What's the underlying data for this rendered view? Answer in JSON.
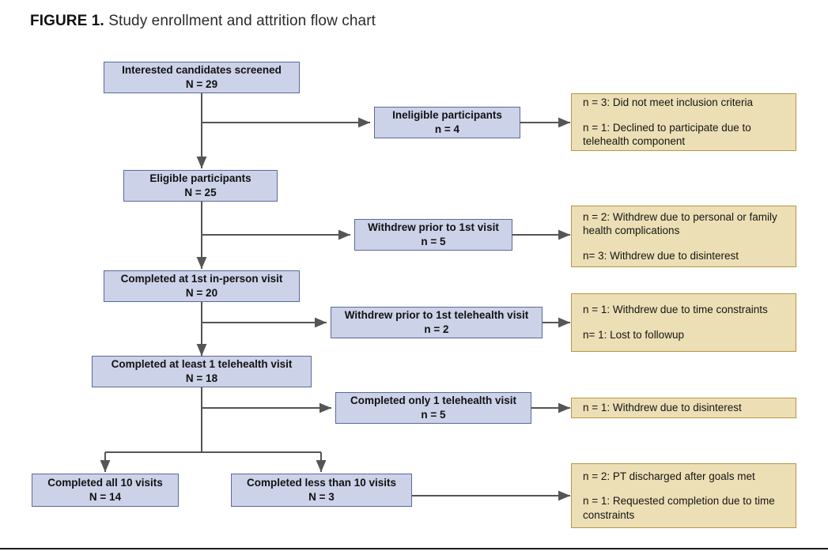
{
  "figure": {
    "label": "FIGURE 1.",
    "caption": "Study enrollment and attrition flow chart"
  },
  "colors": {
    "primary_box_fill": "#ccd2e8",
    "primary_box_border": "#5a6a9b",
    "reason_box_fill": "#eddfb5",
    "reason_box_border": "#b79544",
    "connector": "#555555",
    "text": "#121212"
  },
  "flow": {
    "main_nodes": [
      {
        "id": "screened",
        "title": "Interested candidates screened",
        "count": "N = 29"
      },
      {
        "id": "eligible",
        "title": "Eligible participants",
        "count": "N = 25"
      },
      {
        "id": "first_inperson",
        "title": "Completed at 1st in-person visit",
        "count": "N = 20"
      },
      {
        "id": "at_least_one_telehealth",
        "title": "Completed at least 1 telehealth visit",
        "count": "N = 18"
      },
      {
        "id": "all_ten",
        "title": "Completed all 10 visits",
        "count": "N = 14"
      },
      {
        "id": "less_than_ten",
        "title": "Completed less than 10 visits",
        "count": "N = 3"
      }
    ],
    "attrition_nodes": [
      {
        "id": "ineligible",
        "title": "Ineligible participants",
        "count": "n = 4"
      },
      {
        "id": "withdrew_first_visit",
        "title": "Withdrew prior to 1st visit",
        "count": "n = 5"
      },
      {
        "id": "withdrew_first_telehealth",
        "title": "Withdrew prior to 1st telehealth visit",
        "count": "n = 2"
      },
      {
        "id": "only_one_telehealth",
        "title": "Completed only 1 telehealth visit",
        "count": "n = 5"
      }
    ],
    "reason_boxes": [
      {
        "id": "reasons_ineligible",
        "lines": [
          "n = 3: Did not meet inclusion criteria",
          "n = 1: Declined to participate due to telehealth component"
        ]
      },
      {
        "id": "reasons_withdrew_first_visit",
        "lines": [
          "n = 2: Withdrew due to personal or family health complications",
          "n= 3: Withdrew due to disinterest"
        ]
      },
      {
        "id": "reasons_withdrew_first_telehealth",
        "lines": [
          "n = 1: Withdrew due to time constraints",
          "n= 1: Lost to followup"
        ]
      },
      {
        "id": "reasons_only_one_telehealth",
        "lines": [
          "n = 1: Withdrew due to disinterest"
        ]
      },
      {
        "id": "reasons_less_than_ten",
        "lines": [
          "n = 2: PT discharged after goals met",
          "n = 1: Requested completion due to time constraints"
        ]
      }
    ]
  }
}
